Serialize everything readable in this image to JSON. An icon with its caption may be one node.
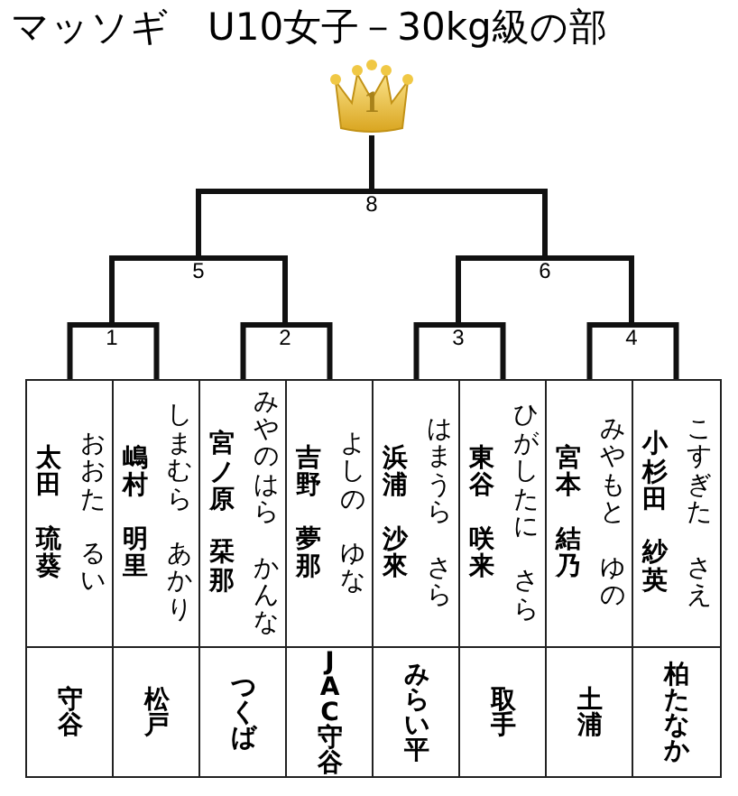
{
  "diagram": {
    "title": "マッソギ　U10女子－30kg級の部",
    "nodes": [
      {
        "text": [
          "1"
        ]
      },
      {
        "text": [
          "8"
        ]
      },
      {
        "text": [
          "5"
        ]
      },
      {
        "text": [
          "6"
        ]
      },
      {
        "text": [
          "1"
        ]
      },
      {
        "text": [
          "2"
        ]
      },
      {
        "text": [
          "3"
        ]
      },
      {
        "text": [
          "4"
        ]
      },
      {
        "text": [
          "太田",
          "琉葵",
          "おおた",
          "るい"
        ]
      },
      {
        "text": [
          "嶋村",
          "明里",
          "しまむら",
          "あかり"
        ]
      },
      {
        "text": [
          "宮ノ原",
          "栞那",
          "みやのはら",
          "かんな"
        ]
      },
      {
        "text": [
          "吉野",
          "夢那",
          "よしの",
          "ゆな"
        ]
      },
      {
        "text": [
          "浜浦",
          "沙來",
          "はまうら",
          "さら"
        ]
      },
      {
        "text": [
          "東谷",
          "咲来",
          "ひがしたに",
          "さら"
        ]
      },
      {
        "text": [
          "宮本",
          "結乃",
          "みやもと",
          "ゆの"
        ]
      },
      {
        "text": [
          "小杉田",
          "紗英",
          "こすぎた",
          "さえ"
        ]
      },
      {
        "text": [
          "守谷"
        ]
      },
      {
        "text": [
          "松戸"
        ]
      },
      {
        "text": [
          "つくば"
        ]
      },
      {
        "text": [
          "JAC守谷"
        ]
      },
      {
        "text": [
          "みらい平"
        ]
      },
      {
        "text": [
          "取手"
        ]
      },
      {
        "text": [
          "土浦"
        ]
      },
      {
        "text": [
          "柏たなか"
        ]
      }
    ],
    "edges": [
      {
        "from": 1,
        "to": 0,
        "arrow": "none"
      },
      {
        "from": 2,
        "to": 1,
        "arrow": "none"
      },
      {
        "from": 3,
        "to": 1,
        "arrow": "none"
      },
      {
        "from": 4,
        "to": 2,
        "arrow": "none"
      },
      {
        "from": 5,
        "to": 2,
        "arrow": "none"
      },
      {
        "from": 6,
        "to": 3,
        "arrow": "none"
      },
      {
        "from": 7,
        "to": 3,
        "arrow": "none"
      },
      {
        "from": 8,
        "to": 4,
        "arrow": "none"
      },
      {
        "from": 9,
        "to": 4,
        "arrow": "none"
      },
      {
        "from": 10,
        "to": 5,
        "arrow": "none"
      },
      {
        "from": 11,
        "to": 5,
        "arrow": "none"
      },
      {
        "from": 12,
        "to": 6,
        "arrow": "none"
      },
      {
        "from": 13,
        "to": 6,
        "arrow": "none"
      },
      {
        "from": 14,
        "to": 7,
        "arrow": "none"
      },
      {
        "from": 15,
        "to": 7,
        "arrow": "none"
      }
    ]
  }
}
